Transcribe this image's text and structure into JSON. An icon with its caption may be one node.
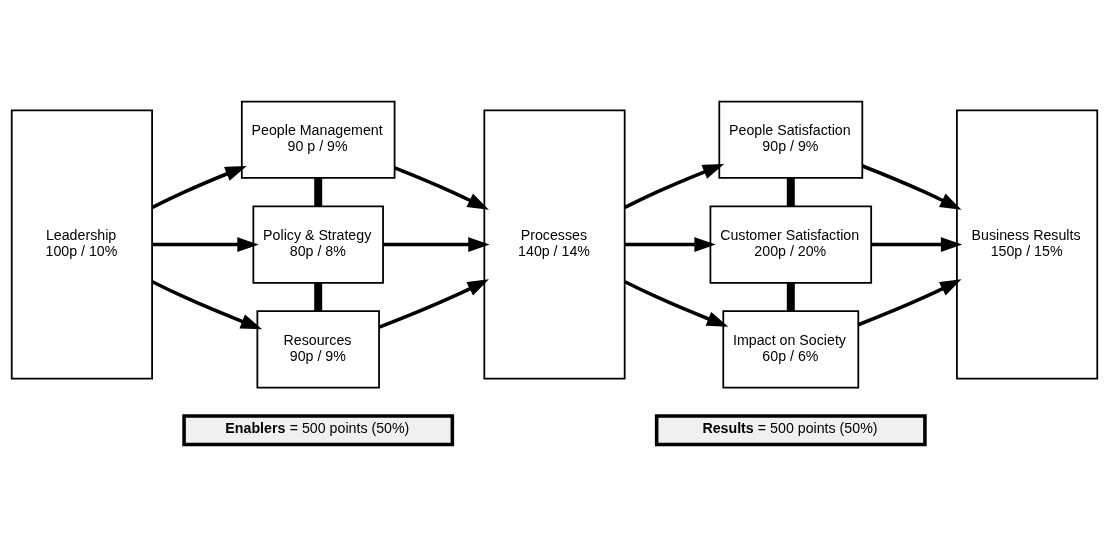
{
  "diagram": {
    "nodes": [
      {
        "text": [
          "Leadership",
          "100p / 10%"
        ]
      },
      {
        "text": [
          "People Management",
          "90 p / 9%"
        ]
      },
      {
        "text": [
          "Policy & Strategy",
          "80p / 8%"
        ]
      },
      {
        "text": [
          "Resources",
          "90p / 9%"
        ]
      },
      {
        "text": [
          "Processes",
          "140p / 14%"
        ]
      },
      {
        "text": [
          "People Satisfaction",
          "90p / 9%"
        ]
      },
      {
        "text": [
          "Customer Satisfaction",
          "200p / 20%"
        ]
      },
      {
        "text": [
          "Impact on Society",
          "60p / 6%"
        ]
      },
      {
        "text": [
          "Business Results",
          "150p / 15%"
        ]
      },
      {
        "text": [
          "**Enablers** = 500 points (50%)"
        ]
      },
      {
        "text": [
          "**Results** = 500 points (50%)"
        ]
      }
    ],
    "edges": [
      {
        "from": 0,
        "to": 1,
        "arrow": "to"
      },
      {
        "from": 0,
        "to": 2,
        "arrow": "to"
      },
      {
        "from": 0,
        "to": 3,
        "arrow": "to"
      },
      {
        "from": 1,
        "to": 4,
        "arrow": "to"
      },
      {
        "from": 2,
        "to": 4,
        "arrow": "to"
      },
      {
        "from": 3,
        "to": 4,
        "arrow": "to"
      },
      {
        "from": 4,
        "to": 5,
        "arrow": "to"
      },
      {
        "from": 4,
        "to": 6,
        "arrow": "to"
      },
      {
        "from": 4,
        "to": 7,
        "arrow": "to"
      },
      {
        "from": 5,
        "to": 8,
        "arrow": "to"
      },
      {
        "from": 6,
        "to": 8,
        "arrow": "to"
      },
      {
        "from": 7,
        "to": 8,
        "arrow": "to"
      },
      {
        "from": 1,
        "to": 2,
        "arrow": "none",
        "style": "thick"
      },
      {
        "from": 2,
        "to": 3,
        "arrow": "none",
        "style": "thick"
      },
      {
        "from": 5,
        "to": 6,
        "arrow": "none",
        "style": "thick"
      },
      {
        "from": 6,
        "to": 7,
        "arrow": "none",
        "style": "thick"
      }
    ]
  }
}
